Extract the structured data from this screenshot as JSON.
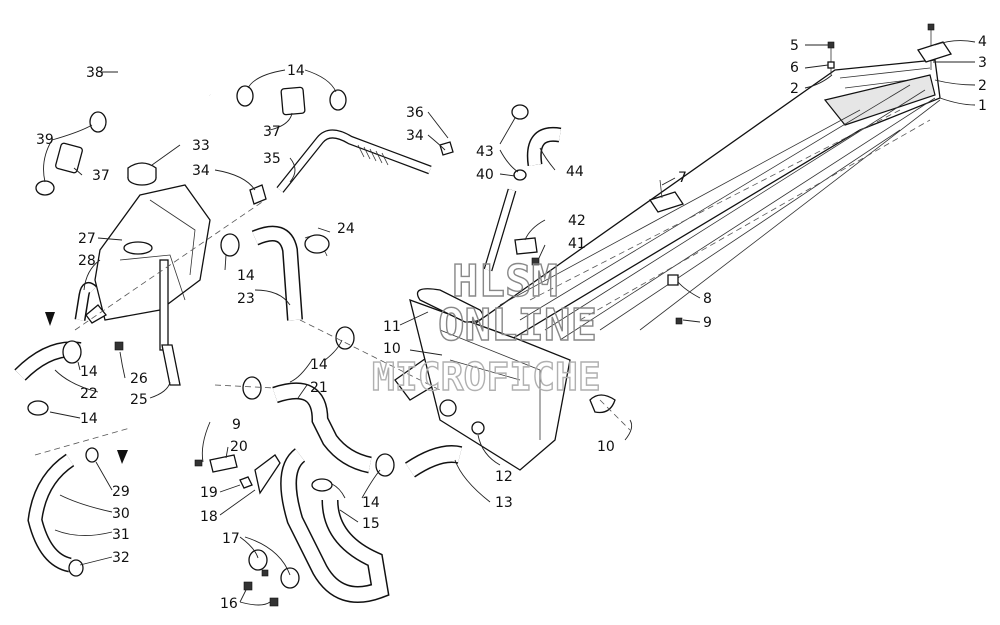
{
  "watermark": {
    "line1": "HLSM",
    "line2": "ONLINE",
    "line3": "MICROFICHE"
  },
  "callouts": [
    "1",
    "2",
    "2",
    "3",
    "4",
    "5",
    "6",
    "7",
    "8",
    "9",
    "9",
    "10",
    "10",
    "11",
    "12",
    "13",
    "14",
    "14",
    "14",
    "14",
    "14",
    "14",
    "15",
    "16",
    "17",
    "18",
    "19",
    "20",
    "21",
    "22",
    "23",
    "24",
    "25",
    "26",
    "27",
    "28",
    "29",
    "30",
    "31",
    "32",
    "33",
    "34",
    "34",
    "35",
    "36",
    "37",
    "37",
    "38",
    "39",
    "40",
    "41",
    "42",
    "43",
    "44"
  ],
  "colors": {
    "line": "#111111",
    "watermark_dark": "#888888",
    "watermark_light": "#b0b0b0"
  }
}
